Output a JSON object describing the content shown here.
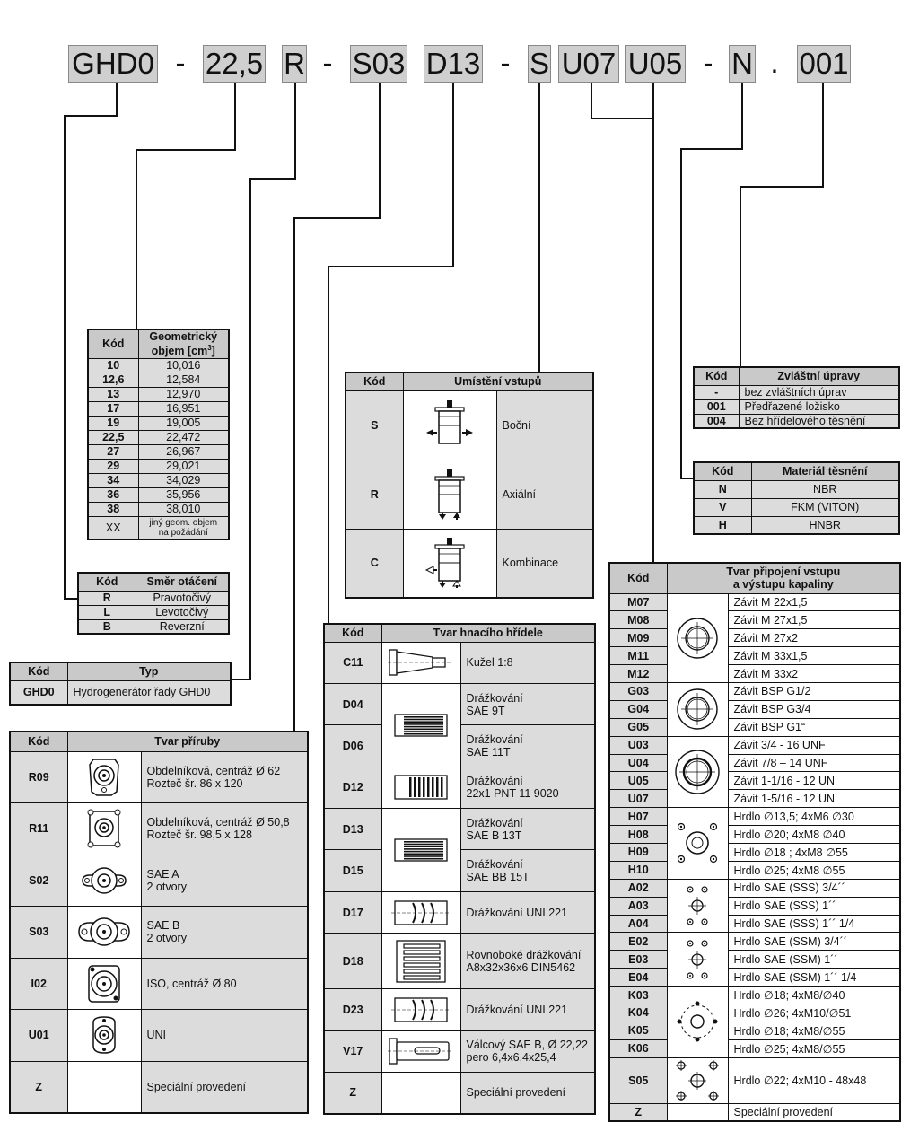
{
  "order_code": {
    "segments": [
      "GHD0",
      "-",
      "22,5",
      "R",
      "-",
      "S03",
      "D13",
      "-",
      "S",
      "U07",
      "U05",
      "-",
      "N",
      ".",
      "001"
    ]
  },
  "displacement_table": {
    "headers": {
      "code": "Kód",
      "value_line1": "Geometrický",
      "value_line2": "objem [cm",
      "value_sup": "3",
      "value_end": "]"
    },
    "rows": [
      {
        "code": "10",
        "value": "10,016"
      },
      {
        "code": "12,6",
        "value": "12,584"
      },
      {
        "code": "13",
        "value": "12,970"
      },
      {
        "code": "17",
        "value": "16,951"
      },
      {
        "code": "19",
        "value": "19,005"
      },
      {
        "code": "22,5",
        "value": "22,472"
      },
      {
        "code": "27",
        "value": "26,967"
      },
      {
        "code": "29",
        "value": "29,021"
      },
      {
        "code": "34",
        "value": "34,029"
      },
      {
        "code": "36",
        "value": "35,956"
      },
      {
        "code": "38",
        "value": "38,010"
      }
    ],
    "last_row": {
      "code": "XX",
      "value_line1": "jiný geom. objem",
      "value_line2": "na požádání"
    }
  },
  "rotation_table": {
    "headers": {
      "code": "Kód",
      "desc": "Směr otáčení"
    },
    "rows": [
      {
        "code": "R",
        "desc": "Pravotočivý"
      },
      {
        "code": "L",
        "desc": "Levotočivý"
      },
      {
        "code": "B",
        "desc": "Reverzní"
      }
    ]
  },
  "type_table": {
    "headers": {
      "code": "Kód",
      "desc": "Typ"
    },
    "rows": [
      {
        "code": "GHD0",
        "desc": "Hydrogenerátor řady GHD0"
      }
    ]
  },
  "flange_table": {
    "headers": {
      "code": "Kód",
      "desc": "Tvar příruby"
    },
    "rows": [
      {
        "code": "R09",
        "line1": "Obdelníková, centráž Ø 62",
        "line2": "Rozteč šr. 86 x 120",
        "icon": "flange-rect-62-icon"
      },
      {
        "code": "R11",
        "line1": "Obdelníková, centráž Ø 50,8",
        "line2": "Rozteč šr. 98,5 x 128",
        "icon": "flange-rect-50-icon"
      },
      {
        "code": "S02",
        "line1": "SAE A",
        "line2": "2 otvory",
        "icon": "flange-sae-a-icon"
      },
      {
        "code": "S03",
        "line1": "SAE B",
        "line2": "2 otvory",
        "icon": "flange-sae-b-icon"
      },
      {
        "code": "I02",
        "line1": "ISO, centráž Ø 80",
        "line2": "",
        "icon": "flange-iso-icon"
      },
      {
        "code": "U01",
        "line1": "UNI",
        "line2": "",
        "icon": "flange-uni-icon"
      },
      {
        "code": "Z",
        "line1": "Speciální provedení",
        "line2": "",
        "icon": ""
      }
    ]
  },
  "inlet_table": {
    "headers": {
      "code": "Kód",
      "desc": "Umístění vstupů"
    },
    "rows": [
      {
        "code": "S",
        "desc": "Boční",
        "icon": "inlet-side-icon"
      },
      {
        "code": "R",
        "desc": "Axiální",
        "icon": "inlet-axial-icon"
      },
      {
        "code": "C",
        "desc": "Kombinace",
        "icon": "inlet-combined-icon"
      }
    ]
  },
  "shaft_table": {
    "headers": {
      "code": "Kód",
      "desc": "Tvar hnacího hřídele"
    },
    "rows": [
      {
        "code": "C11",
        "line1": "Kužel 1:8",
        "line2": ""
      },
      {
        "code": "D04",
        "line1": "Drážkování",
        "line2": "SAE 9T"
      },
      {
        "code": "D06",
        "line1": "Drážkování",
        "line2": "SAE 11T"
      },
      {
        "code": "D12",
        "line1": "Drážkování",
        "line2": "22x1 PNT 11 9020"
      },
      {
        "code": "D13",
        "line1": "Drážkování",
        "line2": "SAE B 13T"
      },
      {
        "code": "D15",
        "line1": "Drážkování",
        "line2": "SAE BB 15T"
      },
      {
        "code": "D17",
        "line1": "Drážkování UNI 221",
        "line2": ""
      },
      {
        "code": "D18",
        "line1": "Rovnoboké drážkování",
        "line2": "A8x32x36x6  DIN5462"
      },
      {
        "code": "D23",
        "line1": "Drážkování UNI 221",
        "line2": ""
      },
      {
        "code": "V17",
        "line1": "Válcový SAE B, Ø 22,22",
        "line2": "pero 6,4x6,4x25,4"
      },
      {
        "code": "Z",
        "line1": "Speciální provedení",
        "line2": ""
      }
    ]
  },
  "special_table": {
    "headers": {
      "code": "Kód",
      "desc": "Zvláštní úpravy"
    },
    "rows": [
      {
        "code": "-",
        "desc": "bez zvláštních úprav"
      },
      {
        "code": "001",
        "desc": "Předřazené ložisko"
      },
      {
        "code": "004",
        "desc": "Bez hřídelového těsnění"
      }
    ]
  },
  "seal_table": {
    "headers": {
      "code": "Kód",
      "desc": "Materiál těsnění"
    },
    "rows": [
      {
        "code": "N",
        "desc": "NBR"
      },
      {
        "code": "V",
        "desc": "FKM (VITON)"
      },
      {
        "code": "H",
        "desc": "HNBR"
      }
    ]
  },
  "port_table": {
    "headers": {
      "code": "Kód",
      "desc_line1": "Tvar připojení vstupu",
      "desc_line2": "a výstupu kapaliny"
    },
    "rows": [
      {
        "code": "M07",
        "desc": "Závit M 22x1,5"
      },
      {
        "code": "M08",
        "desc": "Závit M 27x1,5"
      },
      {
        "code": "M09",
        "desc": "Závit M 27x2"
      },
      {
        "code": "M11",
        "desc": "Závit M 33x1,5"
      },
      {
        "code": "M12",
        "desc": "Závit M 33x2"
      },
      {
        "code": "G03",
        "desc": "Závit BSP G1/2"
      },
      {
        "code": "G04",
        "desc": "Závit BSP G3/4"
      },
      {
        "code": "G05",
        "desc": "Závit BSP G1“"
      },
      {
        "code": "U03",
        "desc": "Závit 3/4 - 16 UNF"
      },
      {
        "code": "U04",
        "desc": "Závit 7/8 – 14 UNF"
      },
      {
        "code": "U05",
        "desc": "Závit 1-1/16 - 12 UN"
      },
      {
        "code": "U07",
        "desc": "Závit 1-5/16 - 12 UN"
      },
      {
        "code": "H07",
        "desc": "Hrdlo ∅13,5; 4xM6 ∅30"
      },
      {
        "code": "H08",
        "desc": "Hrdlo ∅20;    4xM8 ∅40"
      },
      {
        "code": "H09",
        "desc": "Hrdlo ∅18   ; 4xM8 ∅55"
      },
      {
        "code": "H10",
        "desc": "Hrdlo ∅25;    4xM8 ∅55"
      },
      {
        "code": "A02",
        "desc": "Hrdlo SAE (SSS) 3/4´´"
      },
      {
        "code": "A03",
        "desc": "Hrdlo SAE (SSS) 1´´"
      },
      {
        "code": "A04",
        "desc": "Hrdlo SAE (SSS) 1´´ 1/4"
      },
      {
        "code": "E02",
        "desc": "Hrdlo SAE (SSM) 3/4´´"
      },
      {
        "code": "E03",
        "desc": "Hrdlo SAE (SSM) 1´´"
      },
      {
        "code": "E04",
        "desc": "Hrdlo SAE (SSM) 1´´ 1/4"
      },
      {
        "code": "K03",
        "desc": "Hrdlo ∅18;  4xM8/∅40"
      },
      {
        "code": "K04",
        "desc": "Hrdlo ∅26;  4xM10/∅51"
      },
      {
        "code": "K05",
        "desc": "Hrdlo ∅18;  4xM8/∅55"
      },
      {
        "code": "K06",
        "desc": "Hrdlo ∅25;  4xM8/∅55"
      },
      {
        "code": "S05",
        "desc": "Hrdlo ∅22; 4xM10 - 48x48"
      },
      {
        "code": "Z",
        "desc": "Speciální provedení"
      }
    ]
  }
}
